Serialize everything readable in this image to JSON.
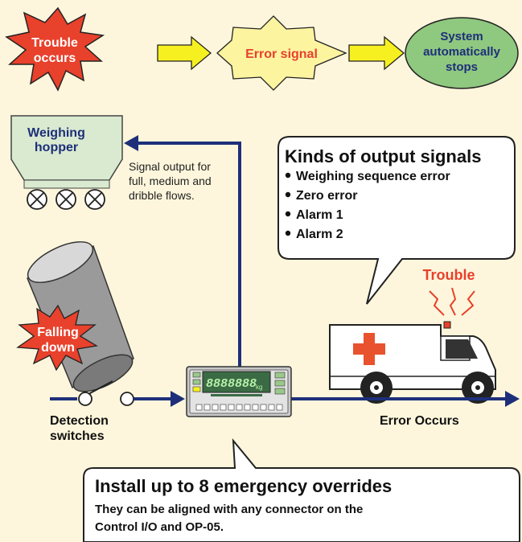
{
  "flow": {
    "trouble": [
      "Trouble",
      "occurs"
    ],
    "error_signal": "Error signal",
    "system_stops": [
      "System",
      "automatically",
      "stops"
    ]
  },
  "hopper": {
    "label": [
      "Weighing",
      "hopper"
    ]
  },
  "signal_output": [
    "Signal output for",
    "full, medium and",
    "dribble flows."
  ],
  "output_signals": {
    "title": "Kinds of output signals",
    "items": [
      "Weighing sequence error",
      "Zero error",
      "Alarm 1",
      "Alarm 2"
    ]
  },
  "ambulance": {
    "trouble_label": "Trouble"
  },
  "falling": [
    "Falling",
    "down"
  ],
  "indicator": {
    "display": "8888888",
    "unit": "kg"
  },
  "detection": [
    "Detection",
    "switches"
  ],
  "error_occurs": "Error Occurs",
  "override_box": {
    "title": "Install up to 8 emergency overrides",
    "body": [
      "They can be aligned with any connector on the",
      "Control I/O and OP-05."
    ]
  },
  "colors": {
    "background": "#fdf6dc",
    "burst_red": "#e8412c",
    "arrow_yellow": "#f7f020",
    "error_star": "#fdf4a0",
    "stop_green": "#8fc87f",
    "hopper_green": "#d9ead0",
    "line_navy": "#1e2f7a",
    "cross_red": "#e8522e"
  }
}
